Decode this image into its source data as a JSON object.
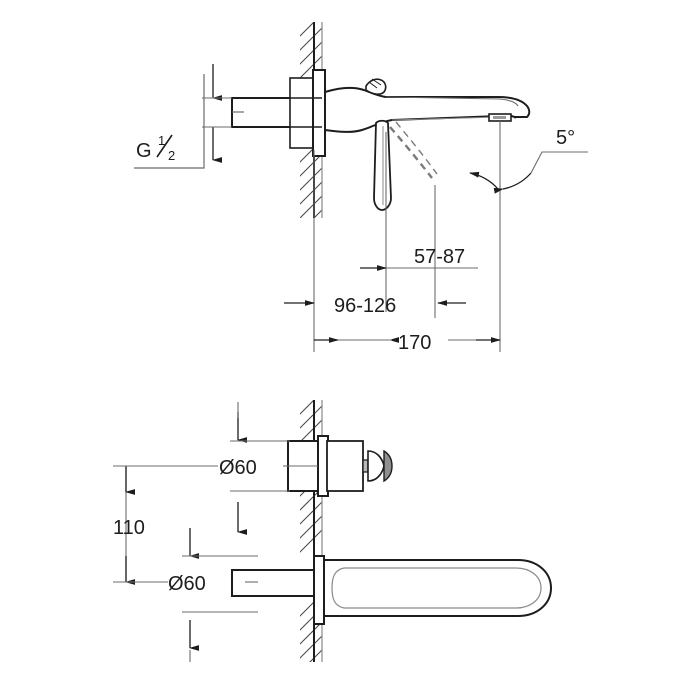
{
  "drawing": {
    "title": "Wall-mounted basin mixer dimension drawing",
    "line_color": "#1d1d1b",
    "thin_line_color": "#6b6b6b",
    "background": "#ffffff",
    "views": [
      {
        "name": "side-elevation-view",
        "description": "Side section view of wall-mounted two-hole basin mixer showing wall, inlet pipe, body and spout"
      },
      {
        "name": "plan-view",
        "description": "Top view of wall-mounted basin mixer showing handle rosette and spout outline"
      }
    ],
    "labels": {
      "thread": {
        "prefix": "G",
        "numerator": "1",
        "denominator": "2"
      },
      "angle": "5°",
      "projection_range": "57-87",
      "reach_range": "96-126",
      "total_reach": "170",
      "center_distance": "110",
      "diameter_top": "Ø60",
      "diameter_bottom": "Ø60"
    }
  }
}
